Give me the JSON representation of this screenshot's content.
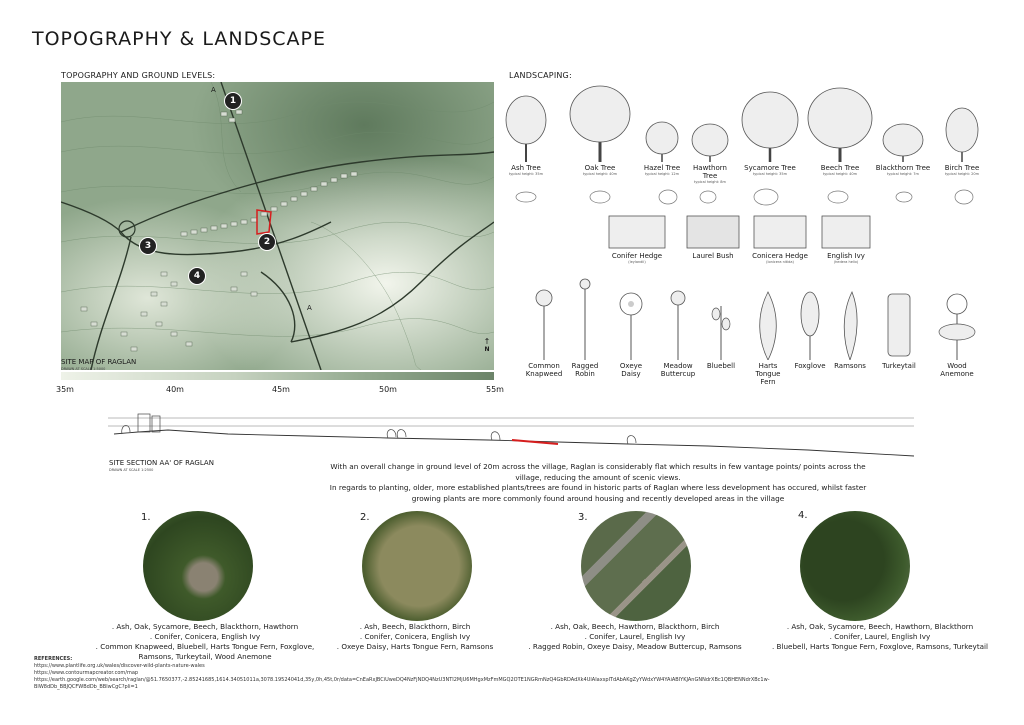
{
  "title": "TOPOGRAPHY & LANDSCAPE",
  "topography": {
    "heading": "TOPOGRAPHY AND GROUND LEVELS:",
    "markers": [
      "1",
      "2",
      "3",
      "4"
    ],
    "section_marker": "A",
    "section_marker_end": "A",
    "north": "N",
    "map_title": "SITE MAP OF RAGLAN",
    "map_scale": "DRAWN AT SCALE 1:5000",
    "legend_labels": [
      "35m",
      "40m",
      "45m",
      "50m",
      "55m"
    ]
  },
  "landscaping": {
    "heading": "LANDSCAPING:",
    "trees": [
      {
        "name": "Ash Tree",
        "height": "typical height: 35m"
      },
      {
        "name": "Oak Tree",
        "height": "typical height: 40m"
      },
      {
        "name": "Hazel Tree",
        "height": "typical height: 12m"
      },
      {
        "name": "Hawthorn Tree",
        "height": "typical height: 8m"
      },
      {
        "name": "Sycamore Tree",
        "height": "typical height: 35m"
      },
      {
        "name": "Beech Tree",
        "height": "typical height: 40m"
      },
      {
        "name": "Blackthorn Tree",
        "height": "typical height: 7m"
      },
      {
        "name": "Birch Tree",
        "height": "typical height: 20m"
      }
    ],
    "hedges": [
      {
        "name": "Conifer Hedge",
        "sub": "(leylandii)"
      },
      {
        "name": "Laurel Bush",
        "sub": ""
      },
      {
        "name": "Conicera Hedge",
        "sub": "(lonicera nitida)"
      },
      {
        "name": "English Ivy",
        "sub": "(hedera helix)"
      }
    ],
    "flowers": [
      "Common Knapweed",
      "Ragged Robin",
      "Oxeye Daisy",
      "Meadow Buttercup",
      "Bluebell",
      "Harts Tongue Fern",
      "Foxglove",
      "Ramsons",
      "Turkeytail",
      "Wood Anemone"
    ]
  },
  "section": {
    "title": "SITE SECTION AA' OF RAGLAN",
    "scale": "DRAWN AT SCALE 1:2500"
  },
  "description": "With an overall change in ground level of 20m across the village, Raglan is considerably flat which results in few vantage points/ points across the village, reducing the amount of scenic views.\nIn regards to planting, older, more established plants/trees are found in historic parts of Raglan where less development has occured, whilst faster growing plants are more commonly found around housing and recently developed areas in the village",
  "sites": [
    {
      "num": "1.",
      "lines": [
        ". Ash, Oak, Sycamore, Beech, Blackthorn, Hawthorn",
        ". Conifer, Conicera, English Ivy",
        ". Common Knapweed, Bluebell, Harts Tongue Fern, Foxglove,",
        "Ramsons, Turkeytail, Wood Anemone"
      ]
    },
    {
      "num": "2.",
      "lines": [
        ". Ash, Beech, Blackthorn, Birch",
        ". Conifer, Conicera, English Ivy",
        ". Oxeye Daisy, Harts Tongue Fern, Ramsons"
      ]
    },
    {
      "num": "3.",
      "lines": [
        ". Ash, Oak, Beech, Hawthorn, Blackthorn, Birch",
        ". Conifer, Laurel, English Ivy",
        ". Ragged Robin, Oxeye Daisy, Meadow Buttercup, Ramsons"
      ]
    },
    {
      "num": "4.",
      "lines": [
        ". Ash, Oak, Sycamore, Beech, Hawthorn, Blackthorn",
        ". Conifer, Laurel, English Ivy",
        ". Bluebell, Harts Tongue Fern, Foxglove, Ramsons, Turkeytail"
      ]
    }
  ],
  "references": {
    "heading": "REFERENCES:",
    "lines": [
      "https://www.plantlife.org.uk/wales/discover-wild-plants-nature-wales",
      "https://www.contourmapcreator.com/map",
      "https://earth.google.com/web/search/raglan/@51.7650377,-2.85241685,1614.34051011a,3078.19524041d,35y,0h,45t,0r/data=CnEaRxJBCiUweDQ4NzFjNDQ4NzU3NTI2MjU6MHgxMzFmMGQ2OTE1NGRmNzQ4GbRDAdXk4UlAIaxspITdAbAKgZyYWdxYW4YAiABIYKJAnGNNdrXBc1QBHENNdrXBc1w-",
      "BlW8dDb_BBJQCFWBdDb_BBlwCgC?pli=1"
    ]
  }
}
